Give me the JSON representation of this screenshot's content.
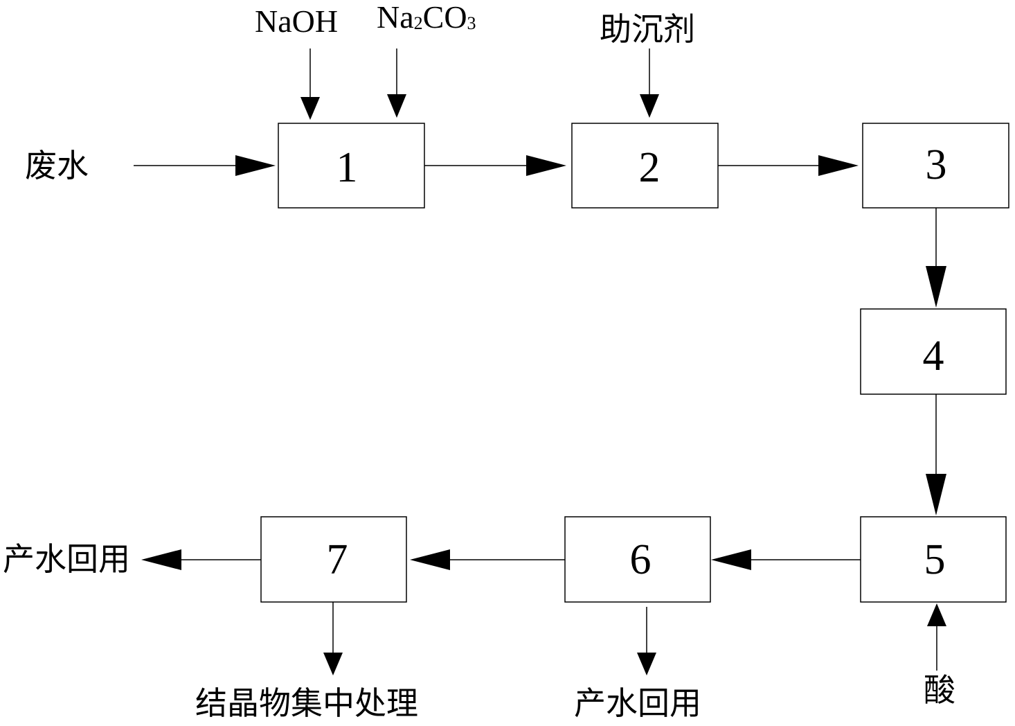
{
  "boxes": [
    {
      "id": "1",
      "label": "1"
    },
    {
      "id": "2",
      "label": "2"
    },
    {
      "id": "3",
      "label": "3"
    },
    {
      "id": "4",
      "label": "4"
    },
    {
      "id": "5",
      "label": "5"
    },
    {
      "id": "6",
      "label": "6"
    },
    {
      "id": "7",
      "label": "7"
    }
  ],
  "inputs": {
    "wastewater": "废水",
    "naoh": "NaOH",
    "na2co3": {
      "a": "Na",
      "b": "2",
      "c": "CO",
      "d": "3"
    },
    "coagulant_aid": "助沉剂",
    "acid": "酸"
  },
  "outputs": {
    "water_reuse_left": "产水回用",
    "water_reuse_bottom": "产水回用",
    "crystal_treatment": "结晶物集中处理"
  },
  "colors": {
    "line": "#000000",
    "background": "#ffffff"
  }
}
